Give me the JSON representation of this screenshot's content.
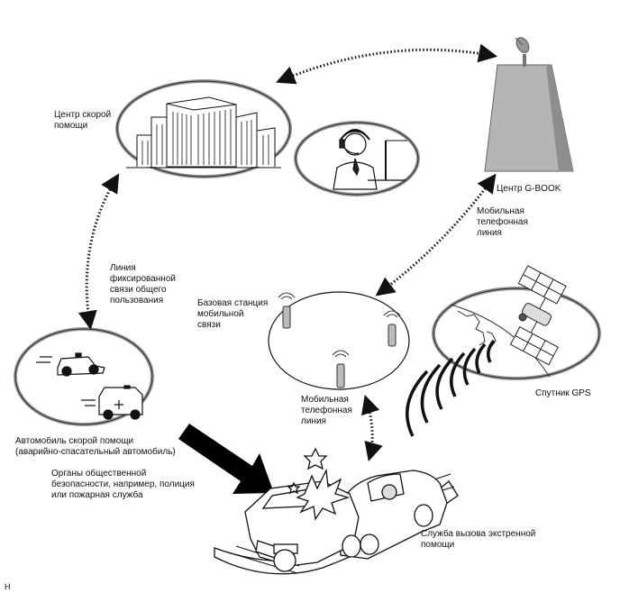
{
  "labels": {
    "ambulance_center": "Центр скорой\nпомощи",
    "gbook_center": "Центр G-BOOK",
    "mobile_line_top": "Мобильная\nтелефонная\nлиния",
    "fixed_line": "Линия\nфиксированной\nсвязи общего\nпользования",
    "base_station": "Базовая станция\nмобильной\nсвязи",
    "gps_satellite": "Спутник GPS",
    "mobile_line_bottom": "Мобильная\nтелефонная\nлиния",
    "ambulance_vehicle": "Автомобиль скорой помощи\n(аварийно-спасательный автомобиль)",
    "public_safety": "Органы общественной\nбезопасности, например, полиция\nили пожарная служба",
    "emergency_service": "Служба вызова экстренной\nпомощи",
    "corner_mark": "H"
  },
  "icons": [
    "building-icon",
    "operator-icon",
    "tower-icon",
    "antenna-icon",
    "satellite-icon",
    "earth-icon",
    "signal-waves-icon",
    "police-car-icon",
    "ambulance-icon",
    "arrow-icon",
    "crashed-cars-icon"
  ]
}
